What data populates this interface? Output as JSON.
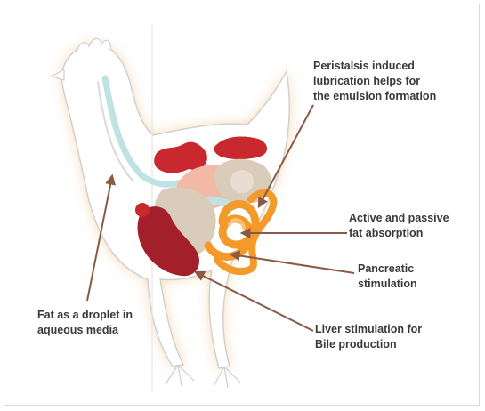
{
  "colors": {
    "glow": "#f6c99a",
    "outline": "#cfcfcf",
    "arrow": "#8a5a44",
    "text": "#3a3a3a",
    "organ_dark_red": "#a3202a",
    "organ_red": "#c8282e",
    "organ_orange": "#f39a2a",
    "organ_light_orange": "#f7c27a",
    "organ_pink": "#f2b9a6",
    "organ_beige": "#d9ccbb",
    "organ_cyan": "#bfe3e4"
  },
  "labels": {
    "peristalsis": [
      "Peristalsis induced",
      "lubrication helps for",
      "the emulsion formation"
    ],
    "absorption": [
      "Active and passive",
      "fat absorption"
    ],
    "pancreatic": [
      "Pancreatic",
      "stimulation"
    ],
    "liver": [
      "Liver stimulation for",
      "Bile production"
    ],
    "fat": [
      "Fat as a droplet in",
      "aqueous media"
    ]
  }
}
